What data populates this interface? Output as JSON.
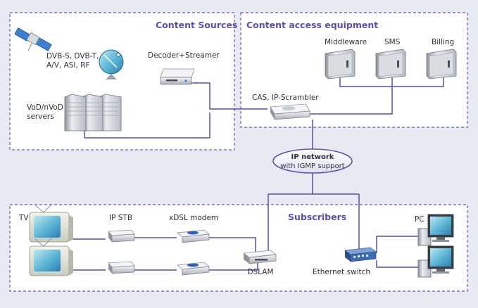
{
  "sections": {
    "content_sources": "Content Sources",
    "content_access": "Content access equipment",
    "subscribers": "Subscribers"
  },
  "network": {
    "line1": "IP network",
    "line2": "with IGMP support"
  },
  "labels": {
    "broadcast_line1": "DVB-S, DVB-T,",
    "broadcast_line2": "A/V, ASI, RF",
    "decoder": "Decoder+Streamer",
    "vod_line1": "VoD/nVoD",
    "vod_line2": "servers",
    "middleware": "Middleware",
    "sms": "SMS",
    "billing": "Billing",
    "cas": "CAS, IP-Scrambler",
    "tv": "TV",
    "ipstb": "IP STB",
    "xdsl": "xDSL modem",
    "dslam": "DSLAM",
    "ethernet": "Ethernet switch",
    "pc": "PC"
  },
  "colors": {
    "background": "#e7eaf2",
    "section_title": "#5a52a8",
    "dashed_border": "#7a72c0",
    "connection": "#5c4fa3"
  }
}
